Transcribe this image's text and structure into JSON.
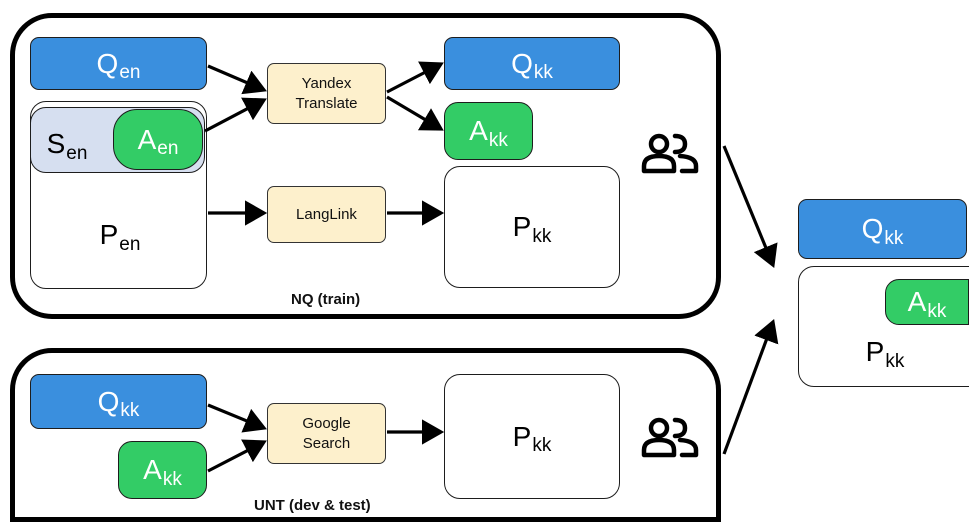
{
  "nq_panel": {
    "caption": "NQ (train)",
    "q_en": {
      "letter": "Q",
      "sub": "en"
    },
    "s_en": {
      "letter": "S",
      "sub": "en"
    },
    "a_en": {
      "letter": "A",
      "sub": "en"
    },
    "p_en": {
      "letter": "P",
      "sub": "en"
    },
    "translate_tool": {
      "line1": "Yandex",
      "line2": "Translate"
    },
    "langlink_tool": {
      "line1": "LangLink"
    },
    "q_kk": {
      "letter": "Q",
      "sub": "kk"
    },
    "a_kk": {
      "letter": "A",
      "sub": "kk"
    },
    "p_kk": {
      "letter": "P",
      "sub": "kk"
    },
    "annotators_icon": "people-icon"
  },
  "unt_panel": {
    "caption": "UNT (dev & test)",
    "q_kk": {
      "letter": "Q",
      "sub": "kk"
    },
    "a_kk": {
      "letter": "A",
      "sub": "kk"
    },
    "search_tool": {
      "line1": "Google",
      "line2": "Search"
    },
    "p_kk": {
      "letter": "P",
      "sub": "kk"
    },
    "annotators_icon": "people-icon"
  },
  "output": {
    "q_kk": {
      "letter": "Q",
      "sub": "kk"
    },
    "a_kk": {
      "letter": "A",
      "sub": "kk"
    },
    "p_kk": {
      "letter": "P",
      "sub": "kk"
    }
  },
  "colors": {
    "question": "#3a8fde",
    "answer": "#33cc66",
    "sentence": "#d6dff0",
    "tool": "#fdf0cc"
  }
}
